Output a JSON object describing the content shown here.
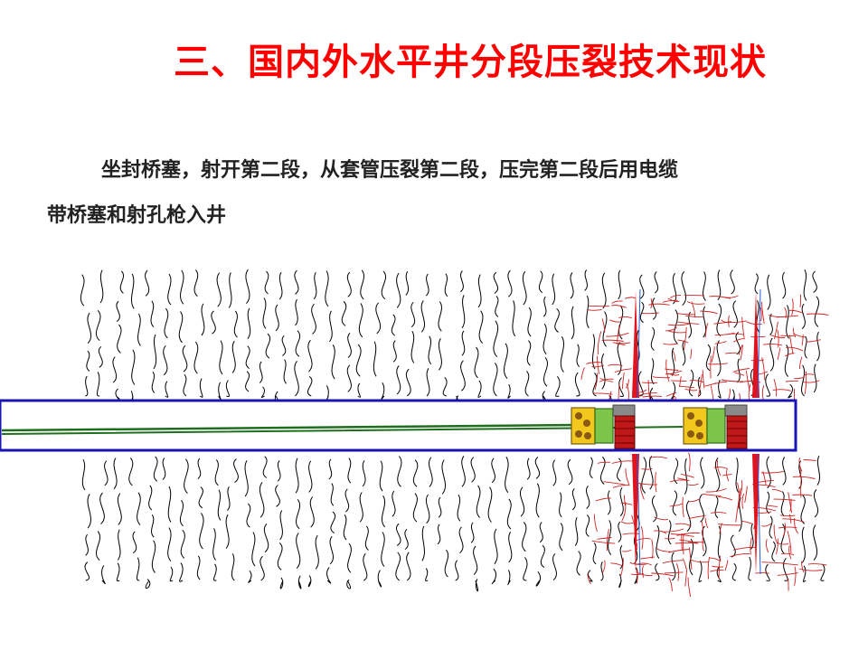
{
  "slide": {
    "title": "三、国内外水平井分段压裂技术现状",
    "title_color": "#ff0000",
    "paragraph_line_1": "坐封桥塞，射开第二段，从套管压裂第二段，压完第二段后用电缆",
    "paragraph_line_2": "带桥塞和射孔枪入井"
  },
  "diagram": {
    "natural_fracture_color": "#000000",
    "induced_fracture_color": "#cc2222",
    "perforation_color": "#e0141e",
    "casing_border_color": "#1a14b4",
    "cable_color": "#1e6e1e",
    "tool_body_color": "#f2c81e",
    "tool_sleeve_color": "#7cc44a",
    "frac_stages": 2,
    "tool_strings": 2
  }
}
